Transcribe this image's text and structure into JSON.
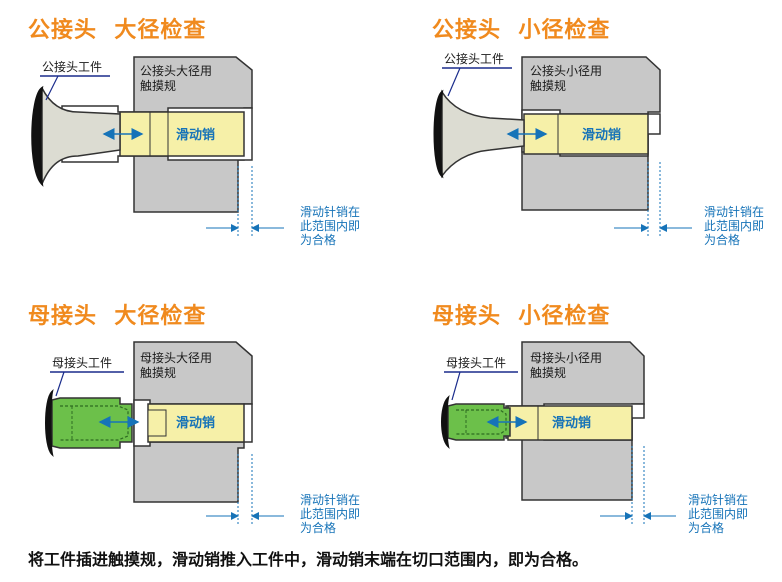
{
  "panels": {
    "male_large": {
      "title": "公接头  大径检查",
      "part_label": "公接头工件",
      "gauge_label_1": "公接头大径用",
      "gauge_label_2": "触摸规",
      "pin_label": "滑动销",
      "note_1": "滑动针销在",
      "note_2": "此范围内即",
      "note_3": "为合格"
    },
    "male_small": {
      "title": "公接头  小径检查",
      "part_label": "公接头工件",
      "gauge_label_1": "公接头小径用",
      "gauge_label_2": "触摸规",
      "pin_label": "滑动销",
      "note_1": "滑动针销在",
      "note_2": "此范围内即",
      "note_3": "为合格"
    },
    "female_large": {
      "title": "母接头  大径检查",
      "part_label": "母接头工件",
      "gauge_label_1": "母接头大径用",
      "gauge_label_2": "触摸规",
      "pin_label": "滑动销",
      "note_1": "滑动针销在",
      "note_2": "此范围内即",
      "note_3": "为合格"
    },
    "female_small": {
      "title": "母接头  小径检查",
      "part_label": "母接头工件",
      "gauge_label_1": "母接头小径用",
      "gauge_label_2": "触摸规",
      "pin_label": "滑动销",
      "note_1": "滑动针销在",
      "note_2": "此范围内即",
      "note_3": "为合格"
    }
  },
  "caption": "将工件插进触摸规，滑动销推入工件中，滑动销末端在切口范围内，即为合格。",
  "colors": {
    "title": "#f08a1e",
    "gauge": "#c8c8c8",
    "pin": "#f6f0a8",
    "accent": "#1673b8",
    "male_part": "#dcdcd2",
    "female_part": "#6cc04a"
  }
}
